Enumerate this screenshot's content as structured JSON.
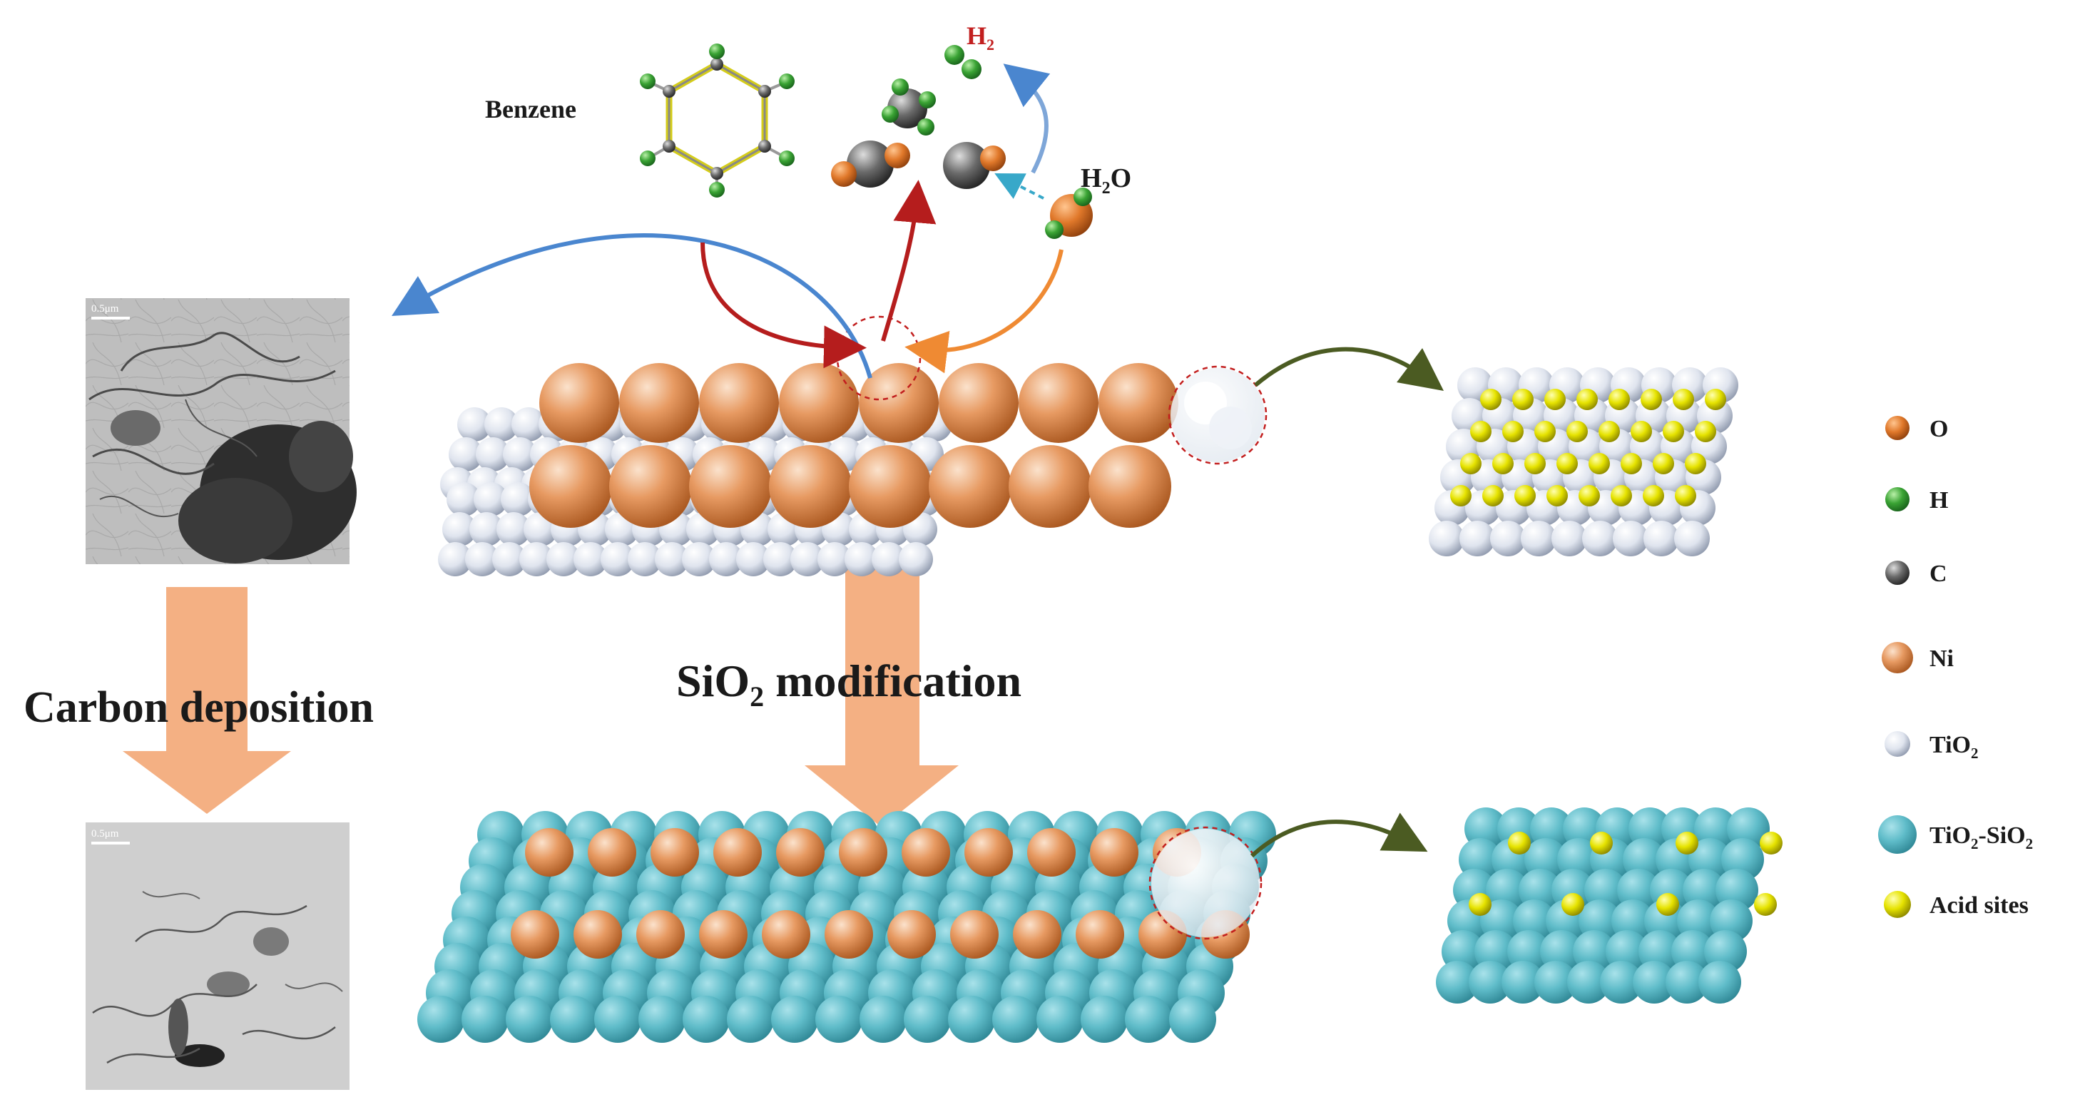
{
  "labels": {
    "benzene": "Benzene",
    "h2_base": "H",
    "h2_sub": "2",
    "h2o_h": "H",
    "h2o_sub": "2",
    "h2o_o": "O",
    "carbon_deposition": "Carbon deposition",
    "sio2_si": "SiO",
    "sio2_sub": "2",
    "sio2_rest": " modification",
    "scale_top": "0.5μm",
    "scale_bottom": "0.5μm"
  },
  "legend": [
    {
      "label": "O",
      "sub": "",
      "after": "",
      "color": "#d9782f",
      "icon": "atom-o-icon"
    },
    {
      "label": "H",
      "sub": "",
      "after": "",
      "color": "#3aa334",
      "icon": "atom-h-icon"
    },
    {
      "label": "C",
      "sub": "",
      "after": "",
      "color": "#555555",
      "icon": "atom-c-icon"
    },
    {
      "label": "Ni",
      "sub": "",
      "after": "",
      "color": "#d98a4e",
      "icon": "atom-ni-icon"
    },
    {
      "label": "TiO",
      "sub": "2",
      "after": "",
      "color": "#c8d0de",
      "icon": "atom-tio2-icon"
    },
    {
      "label": "TiO",
      "sub": "2",
      "after": "-SiO",
      "sub2": "2",
      "color": "#5fbcc9",
      "icon": "atom-tio2-sio2-icon"
    },
    {
      "label": "Acid sites",
      "sub": "",
      "after": "",
      "color": "#e6e300",
      "icon": "acid-site-icon"
    }
  ],
  "colors": {
    "ni": "#d98a4e",
    "tio2": "#c8d0de",
    "tio2_sio2": "#5fbcc9",
    "acid": "#e6e300",
    "arrow_big": "#f4b083",
    "arrow_blue": "#4a86cf",
    "arrow_red": "#b51d1d",
    "arrow_orange": "#ef8a33",
    "arrow_green": "#4b5b22"
  }
}
